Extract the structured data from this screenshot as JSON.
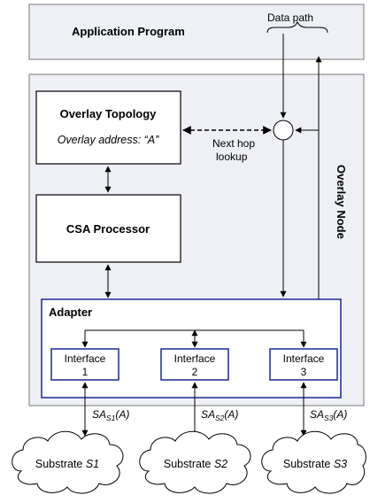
{
  "app_program": {
    "label": "Application Program"
  },
  "data_path": {
    "label": "Data path"
  },
  "overlay_node": {
    "label": "Overlay Node"
  },
  "overlay_topology": {
    "title": "Overlay Topology",
    "address": "Overlay address: “A”"
  },
  "next_hop": {
    "line1": "Next hop",
    "line2": "lookup"
  },
  "csa_processor": {
    "label": "CSA Processor"
  },
  "adapter": {
    "label": "Adapter"
  },
  "interfaces": [
    {
      "line1": "Interface",
      "line2": "1"
    },
    {
      "line1": "Interface",
      "line2": "2"
    },
    {
      "line1": "Interface",
      "line2": "3"
    }
  ],
  "sa_labels": [
    {
      "base": "SA",
      "sub": "S1",
      "arg": "(A)"
    },
    {
      "base": "SA",
      "sub": "S2",
      "arg": "(A)"
    },
    {
      "base": "SA",
      "sub": "S3",
      "arg": "(A)"
    }
  ],
  "substrates": [
    {
      "prefix": "Substrate ",
      "name": "S1"
    },
    {
      "prefix": "Substrate ",
      "name": "S2"
    },
    {
      "prefix": "Substrate ",
      "name": "S3"
    }
  ],
  "colors": {
    "panel_fill": "#eef0f6",
    "adapter_border": "#0a1a8c",
    "interface_border": "#0a1a8c"
  }
}
